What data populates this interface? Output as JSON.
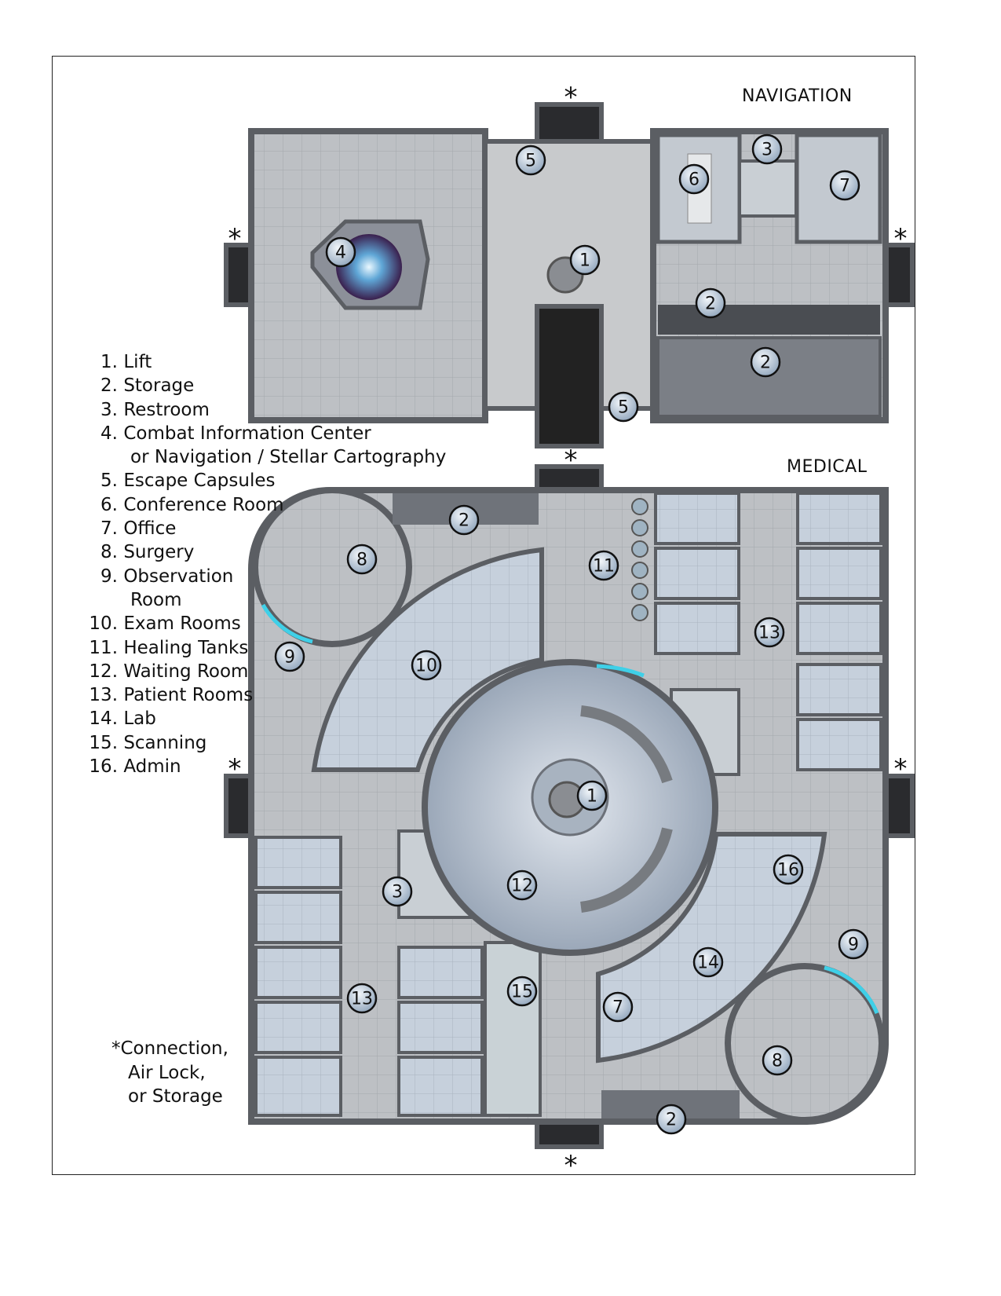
{
  "titles": {
    "navigation": "NAVIGATION",
    "medical": "MEDICAL"
  },
  "legend": [
    {
      "num": "1.",
      "label": "Lift"
    },
    {
      "num": "2.",
      "label": "Storage"
    },
    {
      "num": "3.",
      "label": "Restroom"
    },
    {
      "num": "4.",
      "label": "Combat Information Center",
      "cont": "or Navigation / Stellar Cartography"
    },
    {
      "num": "5.",
      "label": "Escape Capsules"
    },
    {
      "num": "6.",
      "label": "Conference Room"
    },
    {
      "num": "7.",
      "label": "Office"
    },
    {
      "num": "8.",
      "label": "Surgery"
    },
    {
      "num": "9.",
      "label": "Observation",
      "cont": "Room"
    },
    {
      "num": "10.",
      "label": "Exam Rooms"
    },
    {
      "num": "11.",
      "label": "Healing Tanks"
    },
    {
      "num": "12.",
      "label": "Waiting Room"
    },
    {
      "num": "13.",
      "label": "Patient Rooms"
    },
    {
      "num": "14.",
      "label": "Lab"
    },
    {
      "num": "15.",
      "label": "Scanning"
    },
    {
      "num": "16.",
      "label": "Admin"
    }
  ],
  "star_note": {
    "symbol": "*",
    "line1": "Connection,",
    "line2": "Air Lock,",
    "line3": "or Storage"
  },
  "connection_symbol": "*",
  "markers": {
    "nav": [
      "5",
      "6",
      "3",
      "7",
      "4",
      "1",
      "2",
      "2",
      "5"
    ],
    "med": [
      "2",
      "8",
      "11",
      "13",
      "9",
      "10",
      "1",
      "16",
      "3",
      "12",
      "9",
      "14",
      "15",
      "13",
      "7",
      "8",
      "2"
    ]
  },
  "colors": {
    "floor": "#b9bcc0",
    "wall": "#5b5e63",
    "accent": "#3fd0e8",
    "room": "#c9d3de"
  }
}
